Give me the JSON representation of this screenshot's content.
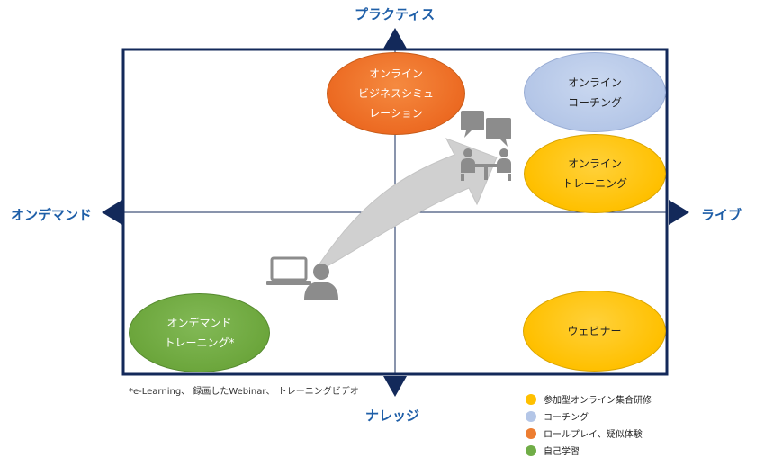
{
  "axes": {
    "top": "プラクティス",
    "bottom": "ナレッジ",
    "left": "オンデマンド",
    "right": "ライブ"
  },
  "ellipses": [
    {
      "id": "online-business-simulation",
      "lines": [
        "オンライン",
        "ビジネスシミュ",
        "レーション"
      ],
      "color": "#ED7D31"
    },
    {
      "id": "online-coaching",
      "lines": [
        "オンライン",
        "コーチング"
      ],
      "color": "#B4C6E7"
    },
    {
      "id": "online-training",
      "lines": [
        "オンライン",
        "トレーニング"
      ],
      "color": "#FFC000"
    },
    {
      "id": "webinar",
      "lines": [
        "ウェビナー"
      ],
      "color": "#FFC000"
    },
    {
      "id": "on-demand-training",
      "lines": [
        "オンデマンド",
        "トレーニング*"
      ],
      "color": "#70AD47"
    }
  ],
  "footnote": "*e-Learning、 録画したWebinar、 トレーニングビデオ",
  "legend": [
    {
      "label": "参加型オンライン集合研修",
      "color": "#FFC000"
    },
    {
      "label": "コーチング",
      "color": "#B4C6E7"
    },
    {
      "label": "ロールプレイ、疑似体験",
      "color": "#ED7D31"
    },
    {
      "label": "自己学習",
      "color": "#70AD47"
    }
  ],
  "icons": {
    "start": "laptop-person-icon",
    "end": "meeting-chat-icon",
    "arrow": "curved-arrow-icon"
  }
}
